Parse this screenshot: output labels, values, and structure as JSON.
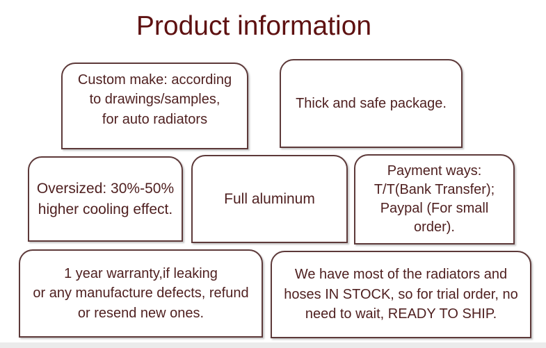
{
  "title": "Product information",
  "colors": {
    "title_text": "#5e1111",
    "box_text": "#4e1f1f",
    "box_border": "#5d3939",
    "background": "#ffffff"
  },
  "boxes": {
    "custom_make": {
      "text": "Custom make: according\nto drawings/samples,\nfor auto radiators"
    },
    "package": {
      "text": "Thick and safe package."
    },
    "oversized": {
      "text": "Oversized: 30%-50%\nhigher cooling effect."
    },
    "aluminum": {
      "text": "Full aluminum"
    },
    "payment": {
      "text": "Payment ways:\nT/T(Bank Transfer);\nPaypal (For small\norder)."
    },
    "warranty": {
      "text": "1 year warranty,if leaking\nor any manufacture defects, refund\nor resend new ones."
    },
    "stock": {
      "text": "We have most of the radiators and\nhoses IN STOCK, so for trial order, no\nneed to wait, READY TO SHIP."
    }
  }
}
